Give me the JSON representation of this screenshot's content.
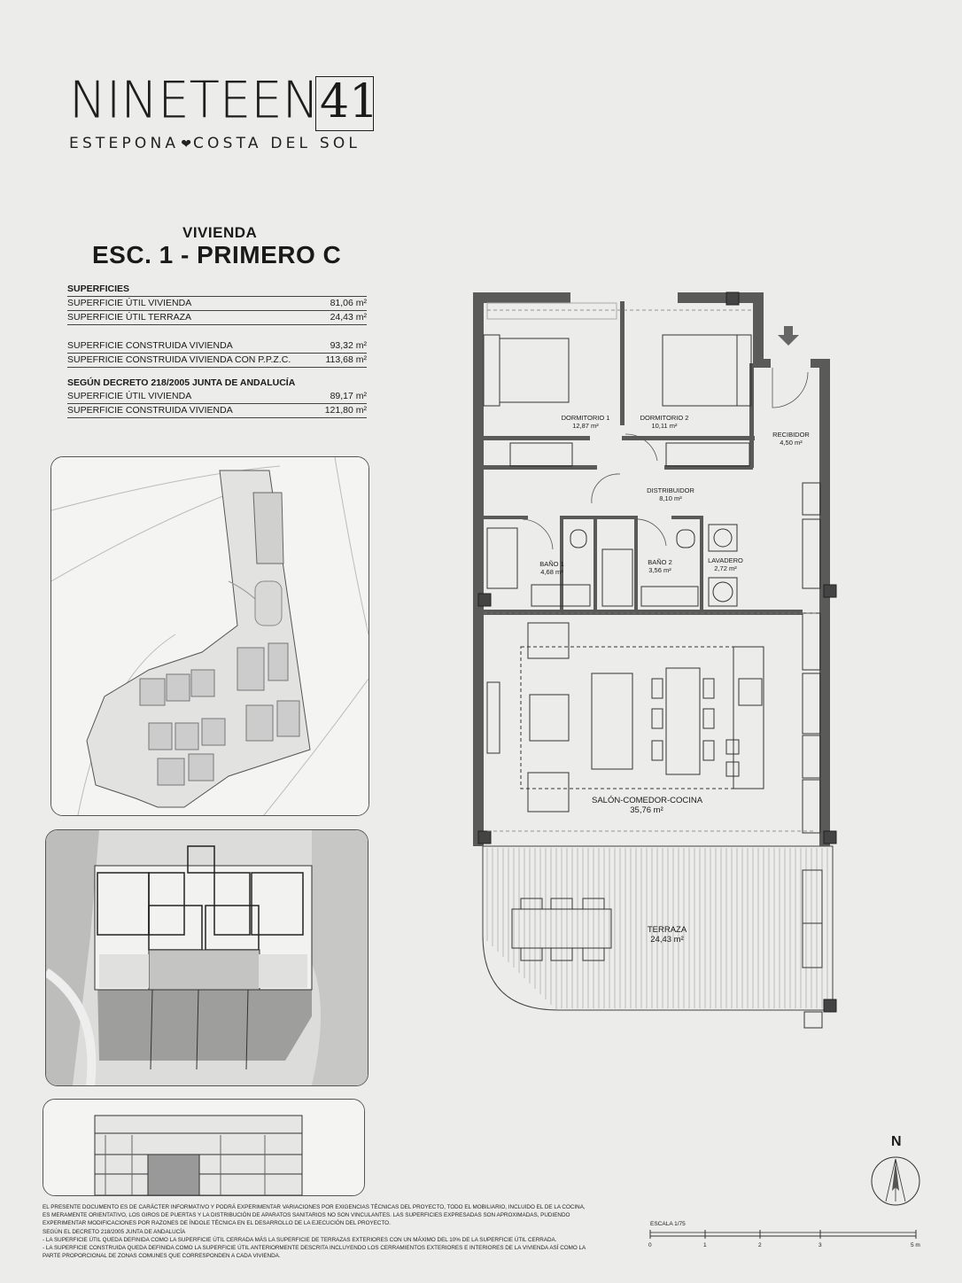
{
  "logo": {
    "wordmark": "NINETEEN",
    "number": "41",
    "subtitle_left": "ESTEPONA",
    "subtitle_right": "COSTA DEL SOL"
  },
  "title": {
    "small": "VIVIENDA",
    "big": "ESC. 1 - PRIMERO C"
  },
  "surfaces": {
    "header": "SUPERFICIES",
    "rows_group1": [
      {
        "label": "SUPERFICIE ÚTIL VIVIENDA",
        "value": "81,06 m²"
      },
      {
        "label": "SUPERFICIE ÚTIL TERRAZA",
        "value": "24,43 m²"
      }
    ],
    "rows_group2": [
      {
        "label": "SUPERFICIE CONSTRUIDA VIVIENDA",
        "value": "93,32 m²"
      },
      {
        "label": "SUPEFRICIE CONSTRUIDA VIVIENDA CON P.P.Z.C.",
        "value": "113,68 m²"
      }
    ],
    "decree_header": "SEGÚN DECRETO 218/2005 JUNTA DE ANDALUCÍA",
    "rows_group3": [
      {
        "label": "SUPERFICIE ÚTIL VIVIENDA",
        "value": "89,17 m²"
      },
      {
        "label": "SUPERFICIE CONSTRUIDA VIVIENDA",
        "value": "121,80 m²"
      }
    ]
  },
  "rooms": {
    "dormitorio1": {
      "name": "DORMITORIO 1",
      "area": "12,87 m²"
    },
    "dormitorio2": {
      "name": "DORMITORIO 2",
      "area": "10,11 m²"
    },
    "recibidor": {
      "name": "RECIBIDOR",
      "area": "4,50 m²"
    },
    "distribuidor": {
      "name": "DISTRIBUIDOR",
      "area": "8,10 m²"
    },
    "bano1": {
      "name": "BAÑO 1",
      "area": "4,68 m²"
    },
    "bano2": {
      "name": "BAÑO 2",
      "area": "3,56 m²"
    },
    "lavadero": {
      "name": "LAVADERO",
      "area": "2,72 m²"
    },
    "salon": {
      "name": "SALÓN-COMEDOR-COCINA",
      "area": "35,76 m²"
    },
    "terraza": {
      "name": "TERRAZA",
      "area": "24,43 m²"
    }
  },
  "compass": {
    "label": "N"
  },
  "scale": {
    "label": "ESCALA 1/75",
    "ticks": [
      "0",
      "1",
      "2",
      "3",
      "5 m"
    ]
  },
  "notes": [
    "EL PRESENTE DOCUMENTO ES DE CARÁCTER INFORMATIVO Y PODRÁ EXPERIMENTAR VARIACIONES POR EXIGENCIAS TÉCNICAS DEL PROYECTO, TODO EL MOBILIARIO, INCLUIDO EL DE LA COCINA,",
    "ES MERAMENTE ORIENTATIVO, LOS GIROS DE PUERTAS Y LA DISTRIBUCIÓN DE APARATOS SANITARIOS NO SON VINCULANTES. LAS SUPERFICIES EXPRESADAS SON APROXIMADAS, PUDIENDO",
    "EXPERIMENTAR MODIFICACIONES POR RAZONES DE ÍNDOLE TÉCNICA EN EL DESARROLLO DE LA EJECUCIÓN DEL PROYECTO.",
    "SEGÚN EL DECRETO 218/2005 JUNTA DE ANDALUCÍA",
    "- LA SUPERFICIE ÚTIL QUEDA DEFINIDA COMO LA SUPERFICIE ÚTIL CERRADA MÁS LA SUPERFICIE DE TERRAZAS EXTERIORES CON UN MÁXIMO DEL 10% DE LA SUPERFICIE ÚTIL CERRADA.",
    "- LA SUPERFICIE CONSTRUIDA QUEDA DEFINIDA COMO LA SUPERFICIE ÚTIL ANTERIORMENTE DESCRITA INCLUYENDO LOS CERRAMIENTOS EXTERIORES E INTERIORES DE LA VIVIENDA ASÍ COMO LA",
    "PARTE PROPORCIONAL DE ZONAS COMUNES QUE CORRESPONDEN A CADA VIVIENDA."
  ]
}
